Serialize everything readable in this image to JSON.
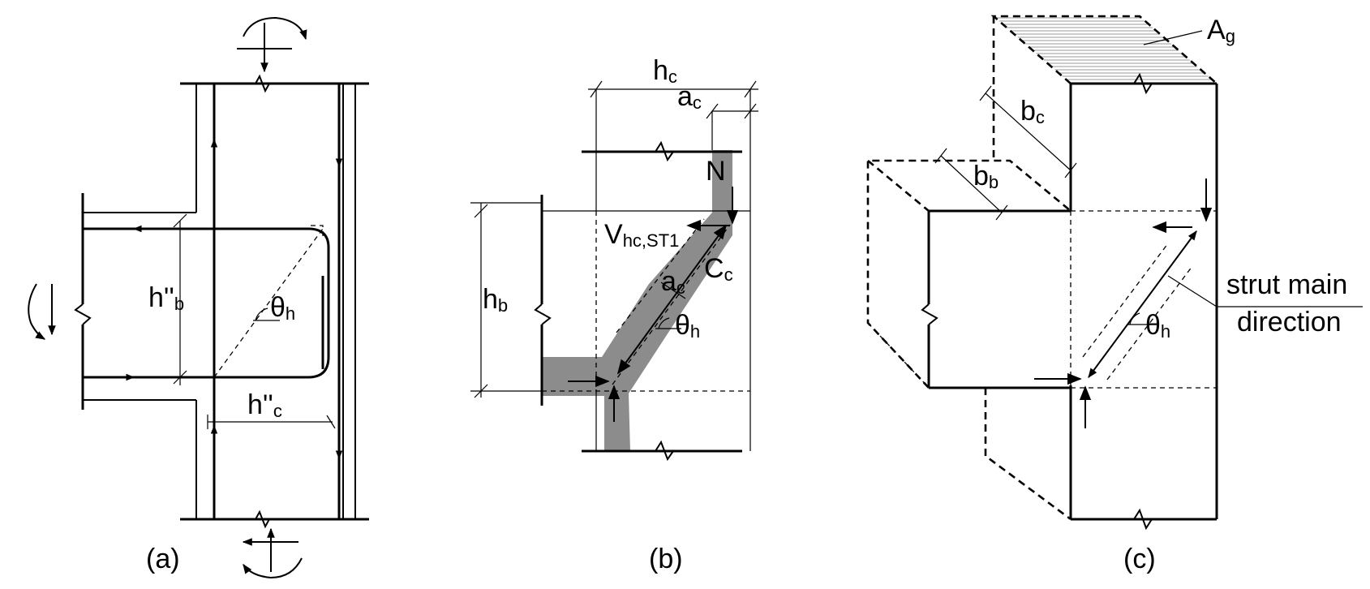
{
  "panel_a": {
    "caption": "(a)",
    "label_hb": "h''",
    "label_hb_sub": "b",
    "label_hc": "h''",
    "label_hc_sub": "c",
    "label_theta": "θ",
    "label_theta_sub": "h"
  },
  "panel_b": {
    "caption": "(b)",
    "label_hc": "h",
    "label_hc_sub": "c",
    "label_ac_top": "a",
    "label_ac_top_sub": "c",
    "label_N": "N",
    "label_V": "V",
    "label_V_sub": "hc,ST1",
    "label_Cc": "C",
    "label_Cc_sub": "c",
    "label_ac_mid": "a",
    "label_ac_mid_sub": "c",
    "label_theta": "θ",
    "label_theta_sub": "h",
    "label_hb": "h",
    "label_hb_sub": "b"
  },
  "panel_c": {
    "caption": "(c)",
    "label_Ag": "A",
    "label_Ag_sub": "g",
    "label_bc": "b",
    "label_bc_sub": "c",
    "label_bb": "b",
    "label_bb_sub": "b",
    "label_strut_line1": "strut main",
    "label_strut_line2": "direction",
    "label_theta": "θ",
    "label_theta_sub": "h"
  }
}
